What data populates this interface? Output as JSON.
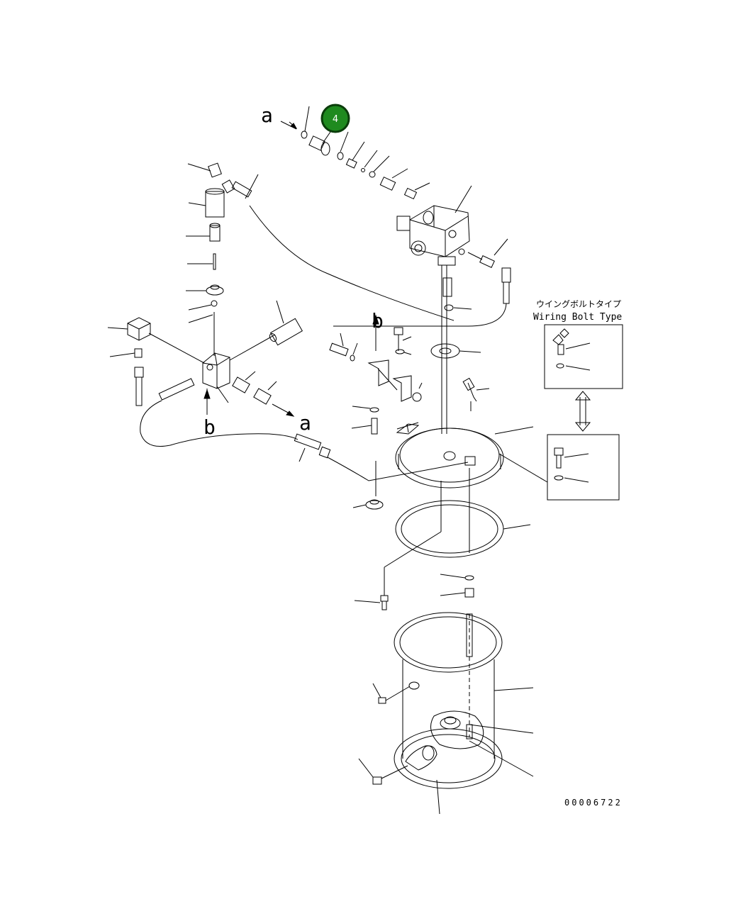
{
  "labels": {
    "arrow_a_top": "a",
    "arrow_a_bottom": "a",
    "arrow_b_top": "b",
    "arrow_b_bottom": "b",
    "callout_number": "4",
    "wing_bolt_jp": "ウイングボルトタイプ",
    "wing_bolt_en": "Wiring Bolt Type",
    "drawing_number": "00006722"
  },
  "colors": {
    "callout_fill": "#1f8a1f",
    "callout_ring": "#0b3d0b",
    "line": "#000000"
  }
}
